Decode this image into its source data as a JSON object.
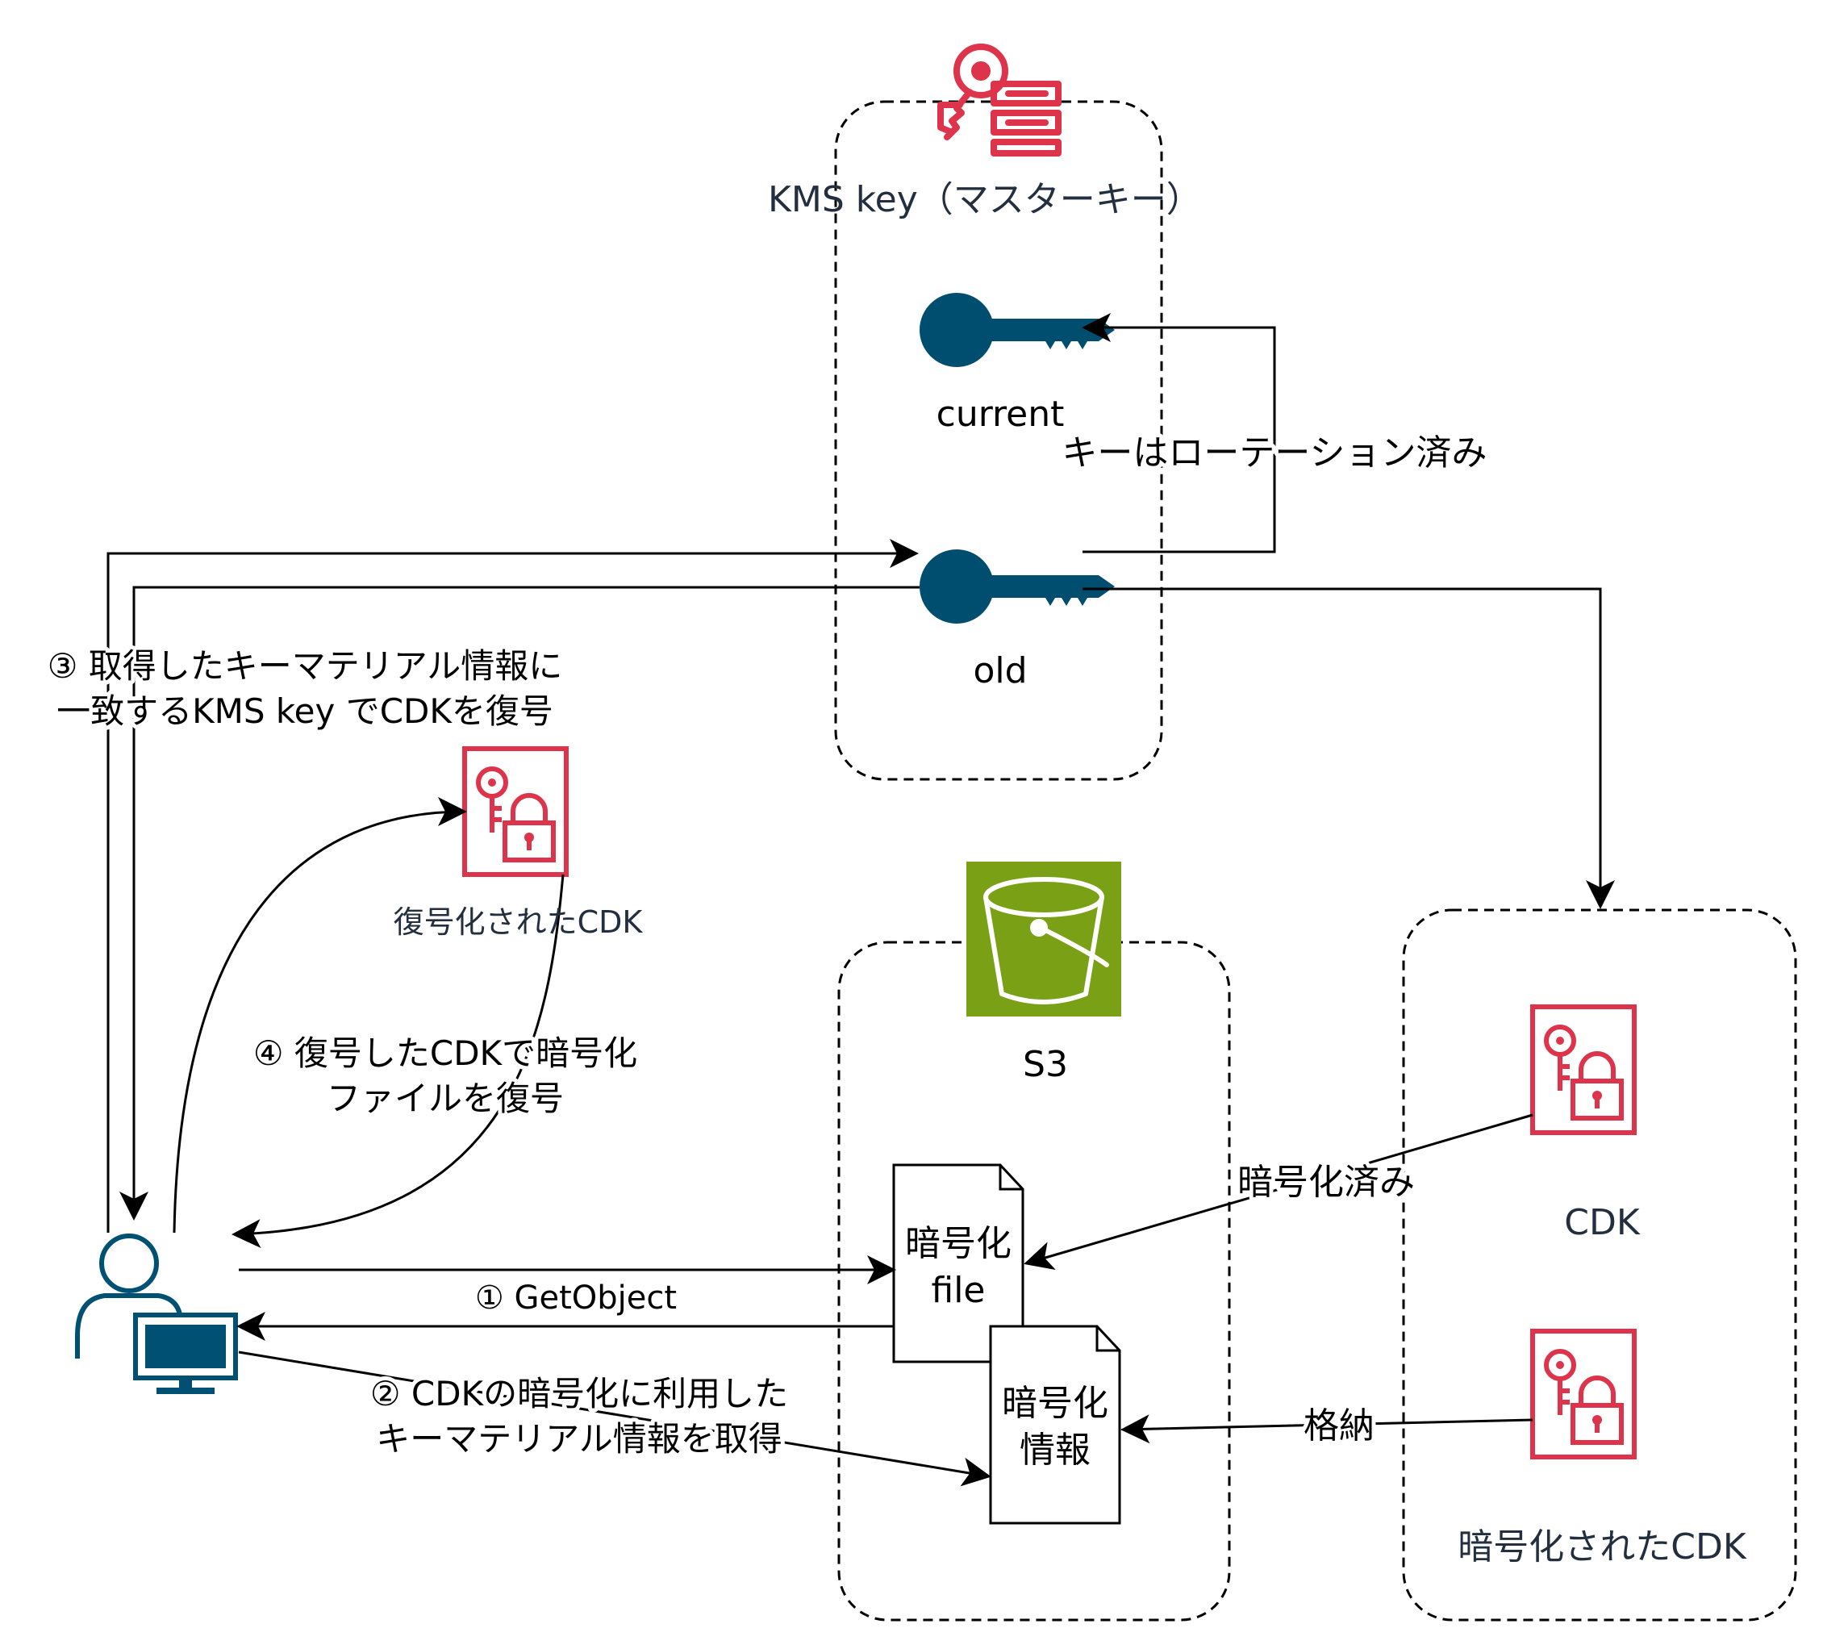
{
  "kms": {
    "title": "KMS key（マスターキー）",
    "current_label": "current",
    "old_label": "old",
    "rotation_label": "キーはローテーション済み"
  },
  "s3": {
    "title": "S3",
    "file_doc": [
      "暗号化",
      "file"
    ],
    "info_doc": [
      "暗号化",
      "情報"
    ]
  },
  "cdk_box": {
    "cdk_label": "CDK",
    "encrypted_cdk_label": "暗号化されたCDK"
  },
  "decrypted_cdk_label": "復号化されたCDK",
  "edges": {
    "encrypted_label": "暗号化済み",
    "store_label": "格納",
    "step1": "① GetObject",
    "step2": [
      "② CDKの暗号化に利用した",
      "キーマテリアル情報を取得"
    ],
    "step3": [
      "③ 取得したキーマテリアル情報に",
      "一致するKMS key でCDKを復号"
    ],
    "step4": [
      "④ 復号したCDKで暗号化",
      "ファイルを復号"
    ]
  },
  "colors": {
    "key_red": "#dd344c",
    "key_blue": "#004e6f",
    "user_blue": "#005073",
    "s3_green": "#7aa116",
    "text_dark": "#232f3e"
  }
}
